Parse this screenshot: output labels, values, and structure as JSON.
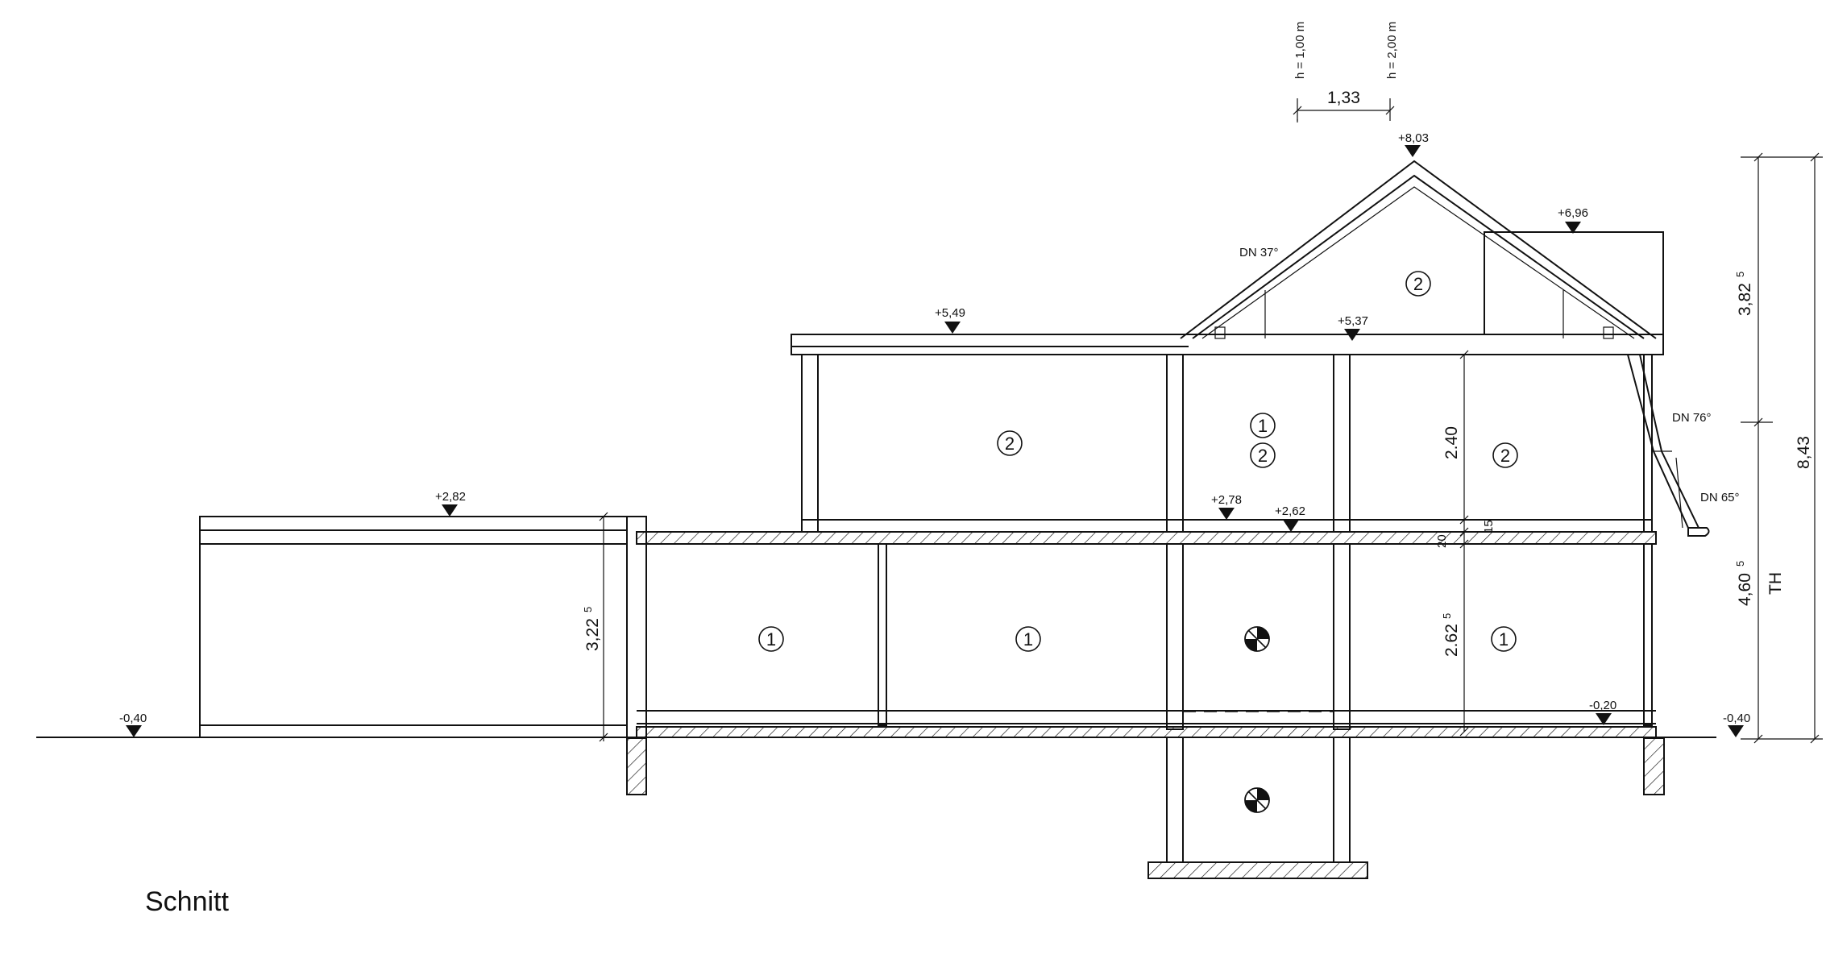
{
  "title": "Schnitt",
  "annotations": {
    "h1": "h = 1,00 m",
    "h2": "h = 2,00 m",
    "width_133": "1,33"
  },
  "levels": {
    "lv_803": "+8,03",
    "lv_696": "+6,96",
    "lv_549": "+5,49",
    "lv_537": "+5,37",
    "lv_282": "+2,82",
    "lv_278": "+2,78",
    "lv_262": "+2,62",
    "lv_m040_left": "-0,40",
    "lv_m020": "-0,20",
    "lv_m040_right": "-0,40"
  },
  "roof": {
    "dn37": "DN 37°",
    "dn76": "DN 76°",
    "dn65": "DN 65°"
  },
  "dimensions": {
    "d_382": "3,82",
    "d_382_sup": "5",
    "d_843": "8,43",
    "d_4605": "4,60",
    "d_4605_sup": "5",
    "d_th": "TH",
    "d_240": "2.40",
    "d_20": "20",
    "d_15": "15",
    "d_2625": "2.62",
    "d_2625_sup": "5",
    "d_3225": "3,22",
    "d_3225_sup": "5"
  },
  "rooms": {
    "r1": "1",
    "r2": "2"
  }
}
